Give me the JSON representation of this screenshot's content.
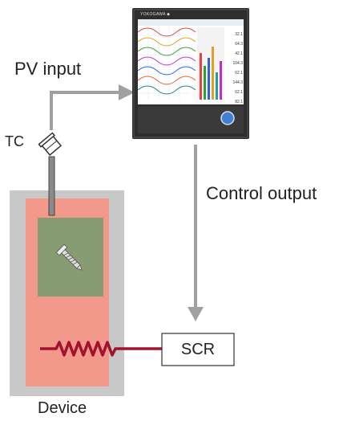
{
  "labels": {
    "pv_input": "PV input",
    "control_output": "Control output",
    "thermocouple": "TC",
    "controller_output_device": "SCR",
    "device": "Device",
    "recorder_brand": "YOKOGAWA ◆"
  },
  "recorder_readouts": [
    "32.1",
    "64.3",
    "42.1",
    "104.3",
    "62.1",
    "144.3",
    "62.1",
    "82.1"
  ],
  "colors": {
    "arrow": "#a0a0a0",
    "device_frame": "#c8c8c8",
    "device_body": "#f2998c",
    "tank": "#889c74",
    "heater": "#a0122e",
    "recorder_bezel": "#2e2e2e",
    "recorder_button": "#3f7fd6"
  }
}
